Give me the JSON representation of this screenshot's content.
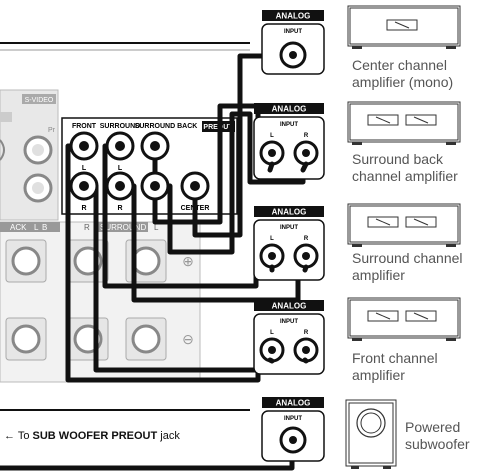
{
  "receiver": {
    "svideo_label": "S-VIDEO",
    "pr_label": "Pr",
    "preout_label": "PREOUT",
    "front_label": "FRONT",
    "surround_label": "SURROUND",
    "surround_back_label": "SURROUND BACK",
    "left_label": "L",
    "right_label": "R",
    "center_label": "CENTER",
    "speaker_surround_label": "SURROUND",
    "speaker_back_label": "ACK",
    "speaker_lr_label": "L",
    "speaker_b_label": "B",
    "speaker_r_label": "R",
    "speaker_l_label": "L",
    "plus_symbol": "⊕",
    "minus_symbol": "⊖"
  },
  "amplifiers": [
    {
      "badge": "ANALOG",
      "input": "INPUT",
      "description_line1": "Center channel",
      "description_line2": "amplifier (mono)"
    },
    {
      "badge": "ANALOG",
      "input": "INPUT",
      "left": "L",
      "right": "R",
      "description_line1": "Surround back",
      "description_line2": "channel amplifier"
    },
    {
      "badge": "ANALOG",
      "input": "INPUT",
      "left": "L",
      "right": "R",
      "description_line1": "Surround channel",
      "description_line2": "amplifier"
    },
    {
      "badge": "ANALOG",
      "input": "INPUT",
      "left": "L",
      "right": "R",
      "description_line1": "Front channel",
      "description_line2": "amplifier"
    },
    {
      "badge": "ANALOG",
      "input": "INPUT",
      "description_line1": "Powered",
      "description_line2": "subwoofer"
    }
  ],
  "footer": {
    "arrow": "←",
    "prefix": " To ",
    "bold": "SUB WOOFER PREOUT",
    "suffix": " jack"
  }
}
